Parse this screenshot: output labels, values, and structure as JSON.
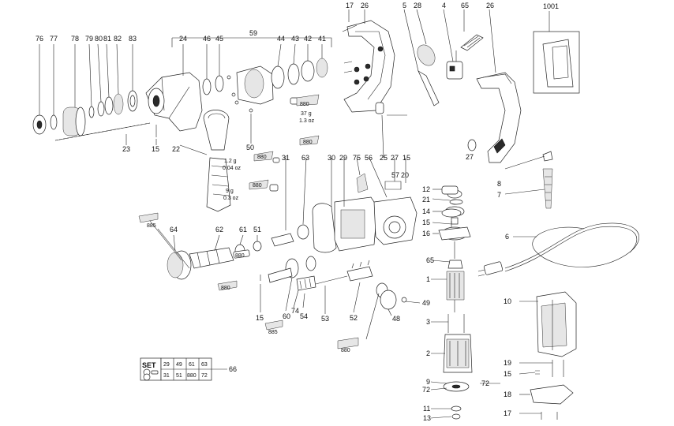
{
  "callouts": [
    {
      "id": "c17a",
      "text": "17"
    },
    {
      "id": "c26a",
      "text": "26"
    },
    {
      "id": "c5",
      "text": "5"
    },
    {
      "id": "c28",
      "text": "28"
    },
    {
      "id": "c4",
      "text": "4"
    },
    {
      "id": "c65a",
      "text": "65"
    },
    {
      "id": "c26b",
      "text": "26"
    },
    {
      "id": "c1001",
      "text": "1001"
    },
    {
      "id": "c76",
      "text": "76"
    },
    {
      "id": "c77",
      "text": "77"
    },
    {
      "id": "c78",
      "text": "78"
    },
    {
      "id": "c79",
      "text": "79"
    },
    {
      "id": "c80",
      "text": "80"
    },
    {
      "id": "c81",
      "text": "81"
    },
    {
      "id": "c82",
      "text": "82"
    },
    {
      "id": "c83",
      "text": "83"
    },
    {
      "id": "c59",
      "text": "59"
    },
    {
      "id": "c24",
      "text": "24"
    },
    {
      "id": "c46",
      "text": "46"
    },
    {
      "id": "c45",
      "text": "45"
    },
    {
      "id": "c44",
      "text": "44"
    },
    {
      "id": "c43",
      "text": "43"
    },
    {
      "id": "c42",
      "text": "42"
    },
    {
      "id": "c41",
      "text": "41"
    },
    {
      "id": "c23",
      "text": "23"
    },
    {
      "id": "c15a",
      "text": "15"
    },
    {
      "id": "c22",
      "text": "22"
    },
    {
      "id": "c50",
      "text": "50"
    },
    {
      "id": "c31",
      "text": "31"
    },
    {
      "id": "c63",
      "text": "63"
    },
    {
      "id": "c30",
      "text": "30"
    },
    {
      "id": "c29",
      "text": "29"
    },
    {
      "id": "c75",
      "text": "75"
    },
    {
      "id": "c56",
      "text": "56"
    },
    {
      "id": "c25",
      "text": "25"
    },
    {
      "id": "c27a",
      "text": "27"
    },
    {
      "id": "c57",
      "text": "57"
    },
    {
      "id": "c20",
      "text": "20"
    },
    {
      "id": "c15b",
      "text": "15"
    },
    {
      "id": "c27b",
      "text": "27"
    },
    {
      "id": "c8",
      "text": "8"
    },
    {
      "id": "c7",
      "text": "7"
    },
    {
      "id": "c12",
      "text": "12"
    },
    {
      "id": "c21",
      "text": "21"
    },
    {
      "id": "c14",
      "text": "14"
    },
    {
      "id": "c15c",
      "text": "15"
    },
    {
      "id": "c16",
      "text": "16"
    },
    {
      "id": "c6",
      "text": "6"
    },
    {
      "id": "c64",
      "text": "64"
    },
    {
      "id": "c62",
      "text": "62"
    },
    {
      "id": "c61",
      "text": "61"
    },
    {
      "id": "c51",
      "text": "51"
    },
    {
      "id": "c65b",
      "text": "65"
    },
    {
      "id": "c1",
      "text": "1"
    },
    {
      "id": "c10",
      "text": "10"
    },
    {
      "id": "c15d",
      "text": "15"
    },
    {
      "id": "c60",
      "text": "60"
    },
    {
      "id": "c74",
      "text": "74"
    },
    {
      "id": "c54",
      "text": "54"
    },
    {
      "id": "c53",
      "text": "53"
    },
    {
      "id": "c52",
      "text": "52"
    },
    {
      "id": "c48",
      "text": "48"
    },
    {
      "id": "c49",
      "text": "49"
    },
    {
      "id": "c3",
      "text": "3"
    },
    {
      "id": "c2",
      "text": "2"
    },
    {
      "id": "c19",
      "text": "19"
    },
    {
      "id": "c15e",
      "text": "15"
    },
    {
      "id": "c9",
      "text": "9"
    },
    {
      "id": "c72a",
      "text": "72"
    },
    {
      "id": "c72b",
      "text": "72"
    },
    {
      "id": "c13",
      "text": "13"
    },
    {
      "id": "c11",
      "text": "11"
    },
    {
      "id": "c18",
      "text": "18"
    },
    {
      "id": "c17b",
      "text": "17"
    },
    {
      "id": "c66",
      "text": "66"
    }
  ],
  "grease_tags": [
    {
      "id": "g880a",
      "text": "880"
    },
    {
      "id": "g880b",
      "text": "880"
    },
    {
      "id": "g880c",
      "text": "880"
    },
    {
      "id": "g880d",
      "text": "880"
    },
    {
      "id": "g880e",
      "text": "880"
    },
    {
      "id": "g885a",
      "text": "885"
    },
    {
      "id": "g880f",
      "text": "880"
    },
    {
      "id": "g885b",
      "text": "885"
    },
    {
      "id": "g880g",
      "text": "880"
    }
  ],
  "weights": {
    "w1_g": "37 g",
    "w1_oz": "1.3 oz",
    "w2_g": "1.2 g",
    "w2_oz": "0.04 oz",
    "w3_g": "9 g",
    "w3_oz": "0.3 oz"
  },
  "set_box": {
    "title": "SET",
    "row1": [
      "29",
      "49",
      "61",
      "63"
    ],
    "row2": [
      "31",
      "51",
      "880",
      "72"
    ]
  }
}
